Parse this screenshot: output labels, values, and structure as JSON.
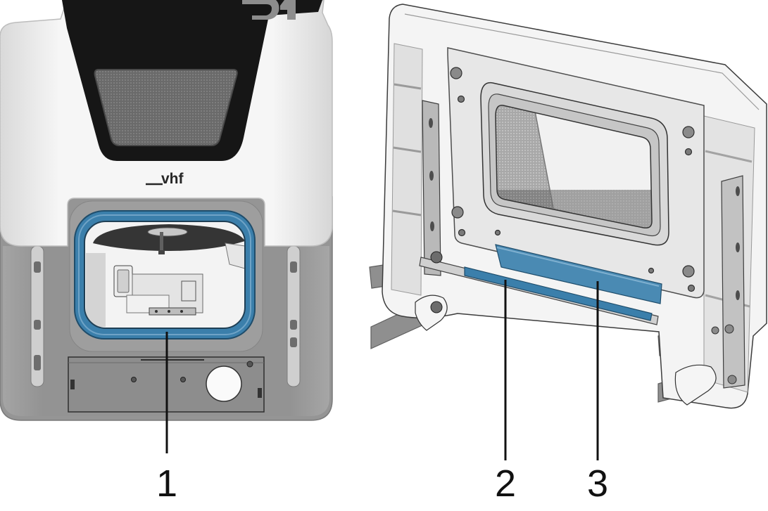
{
  "illustration": {
    "logo_text": "vhf"
  },
  "callouts": [
    {
      "label": "1"
    },
    {
      "label": "2"
    },
    {
      "label": "3"
    }
  ],
  "colors": {
    "seal_blue": "#3b7fab",
    "shield_blue": "#4a8ab3",
    "front_black": "#161616",
    "frame_gray": "#959595",
    "casing_white": "#f4f4f4"
  }
}
